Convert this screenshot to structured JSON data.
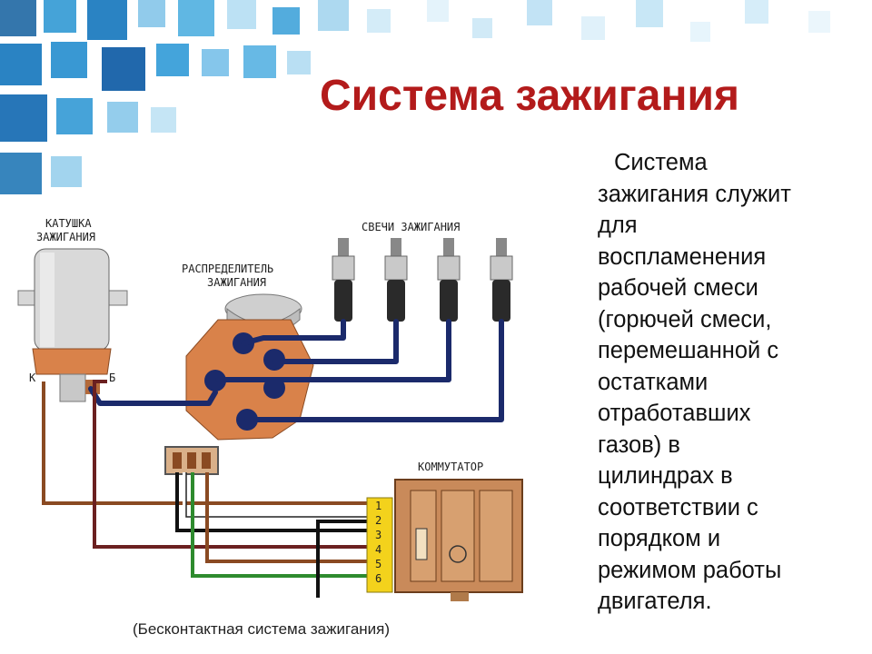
{
  "slide": {
    "title": "Система зажигания",
    "text_lines": [
      "Система",
      "зажигания служит",
      "для",
      "воспламенения",
      "рабочей смеси",
      "(горючей смеси,",
      "перемешанной с",
      "остатками",
      "отработавших",
      "газов) в",
      "цилиндрах в",
      "соответствии с",
      "порядком и",
      "режимом работы",
      "двигателя."
    ],
    "caption": "(Бесконтактная система зажигания)"
  },
  "diagram": {
    "coil_label": [
      "КАТУШКА",
      "ЗАЖИГАНИЯ"
    ],
    "coil_terminal_k": "К",
    "coil_terminal_b": "Б",
    "plugs_label": "СВЕЧИ ЗАЖИГАНИЯ",
    "distributor_label": [
      "РАСПРЕДЕЛИТЕЛЬ",
      "ЗАЖИГАНИЯ"
    ],
    "commutator_label": "КОММУТАТОР",
    "pins": [
      "1",
      "2",
      "3",
      "4",
      "5",
      "6"
    ]
  },
  "colors": {
    "title": "#b31b1b",
    "deco_blue": "#1f8fcf",
    "coil_orange": "#d9824a",
    "wire_navy": "#1b2a6b",
    "commutator_brown": "#c98a5a",
    "pin_yellow": "#f3d21c"
  }
}
